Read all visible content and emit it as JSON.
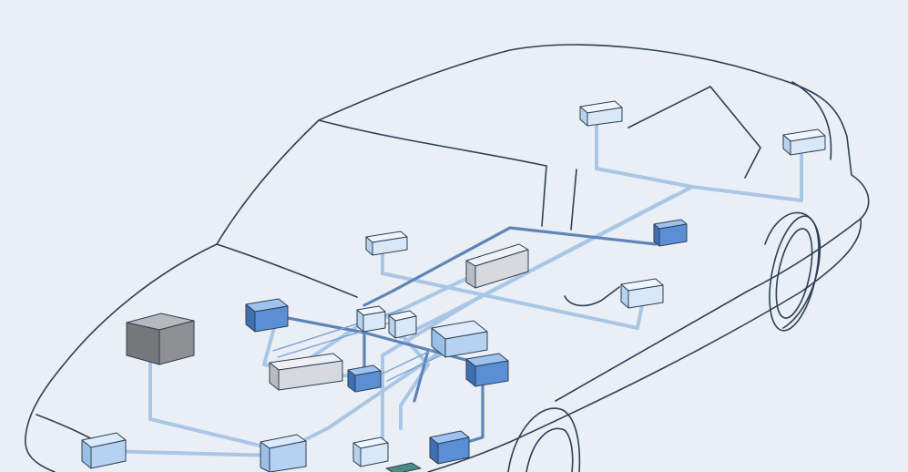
{
  "diagram": {
    "subject": "car-electrical-wiring-harness",
    "colors": {
      "background": "#e9eff4",
      "car_outline": "#2f3f56",
      "wire_light": "#a9c6e6",
      "wire_dark": "#5e84b8",
      "module_light_face": "#d8e8f7",
      "module_mid_face": "#8fb7e6",
      "module_dark_face": "#5a8fd6",
      "module_gray_face": "#8e8f93",
      "module_silver_face": "#d6d9de",
      "module_teal_face": "#4c8a86"
    },
    "module_types": [
      "sensor-module",
      "control-unit",
      "junction-box",
      "battery",
      "fuse-box"
    ]
  }
}
